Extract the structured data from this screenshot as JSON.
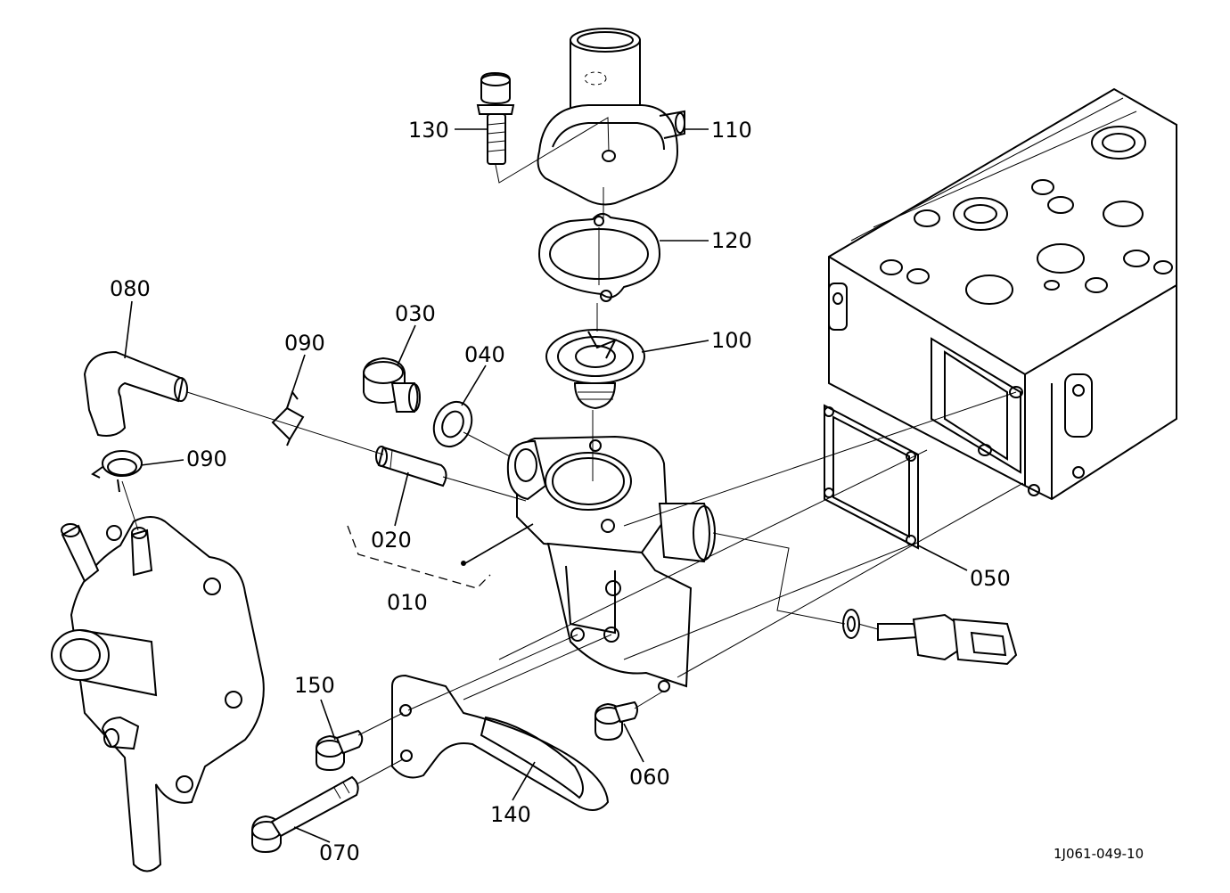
{
  "callouts": {
    "p010": "010",
    "p020": "020",
    "p030": "030",
    "p040": "040",
    "p050": "050",
    "p060": "060",
    "p070": "070",
    "p080": "080",
    "p090a": "090",
    "p090b": "090",
    "p100": "100",
    "p110": "110",
    "p120": "120",
    "p130": "130",
    "p140": "140",
    "p150": "150"
  },
  "figure_ref": "1J061-049-10"
}
